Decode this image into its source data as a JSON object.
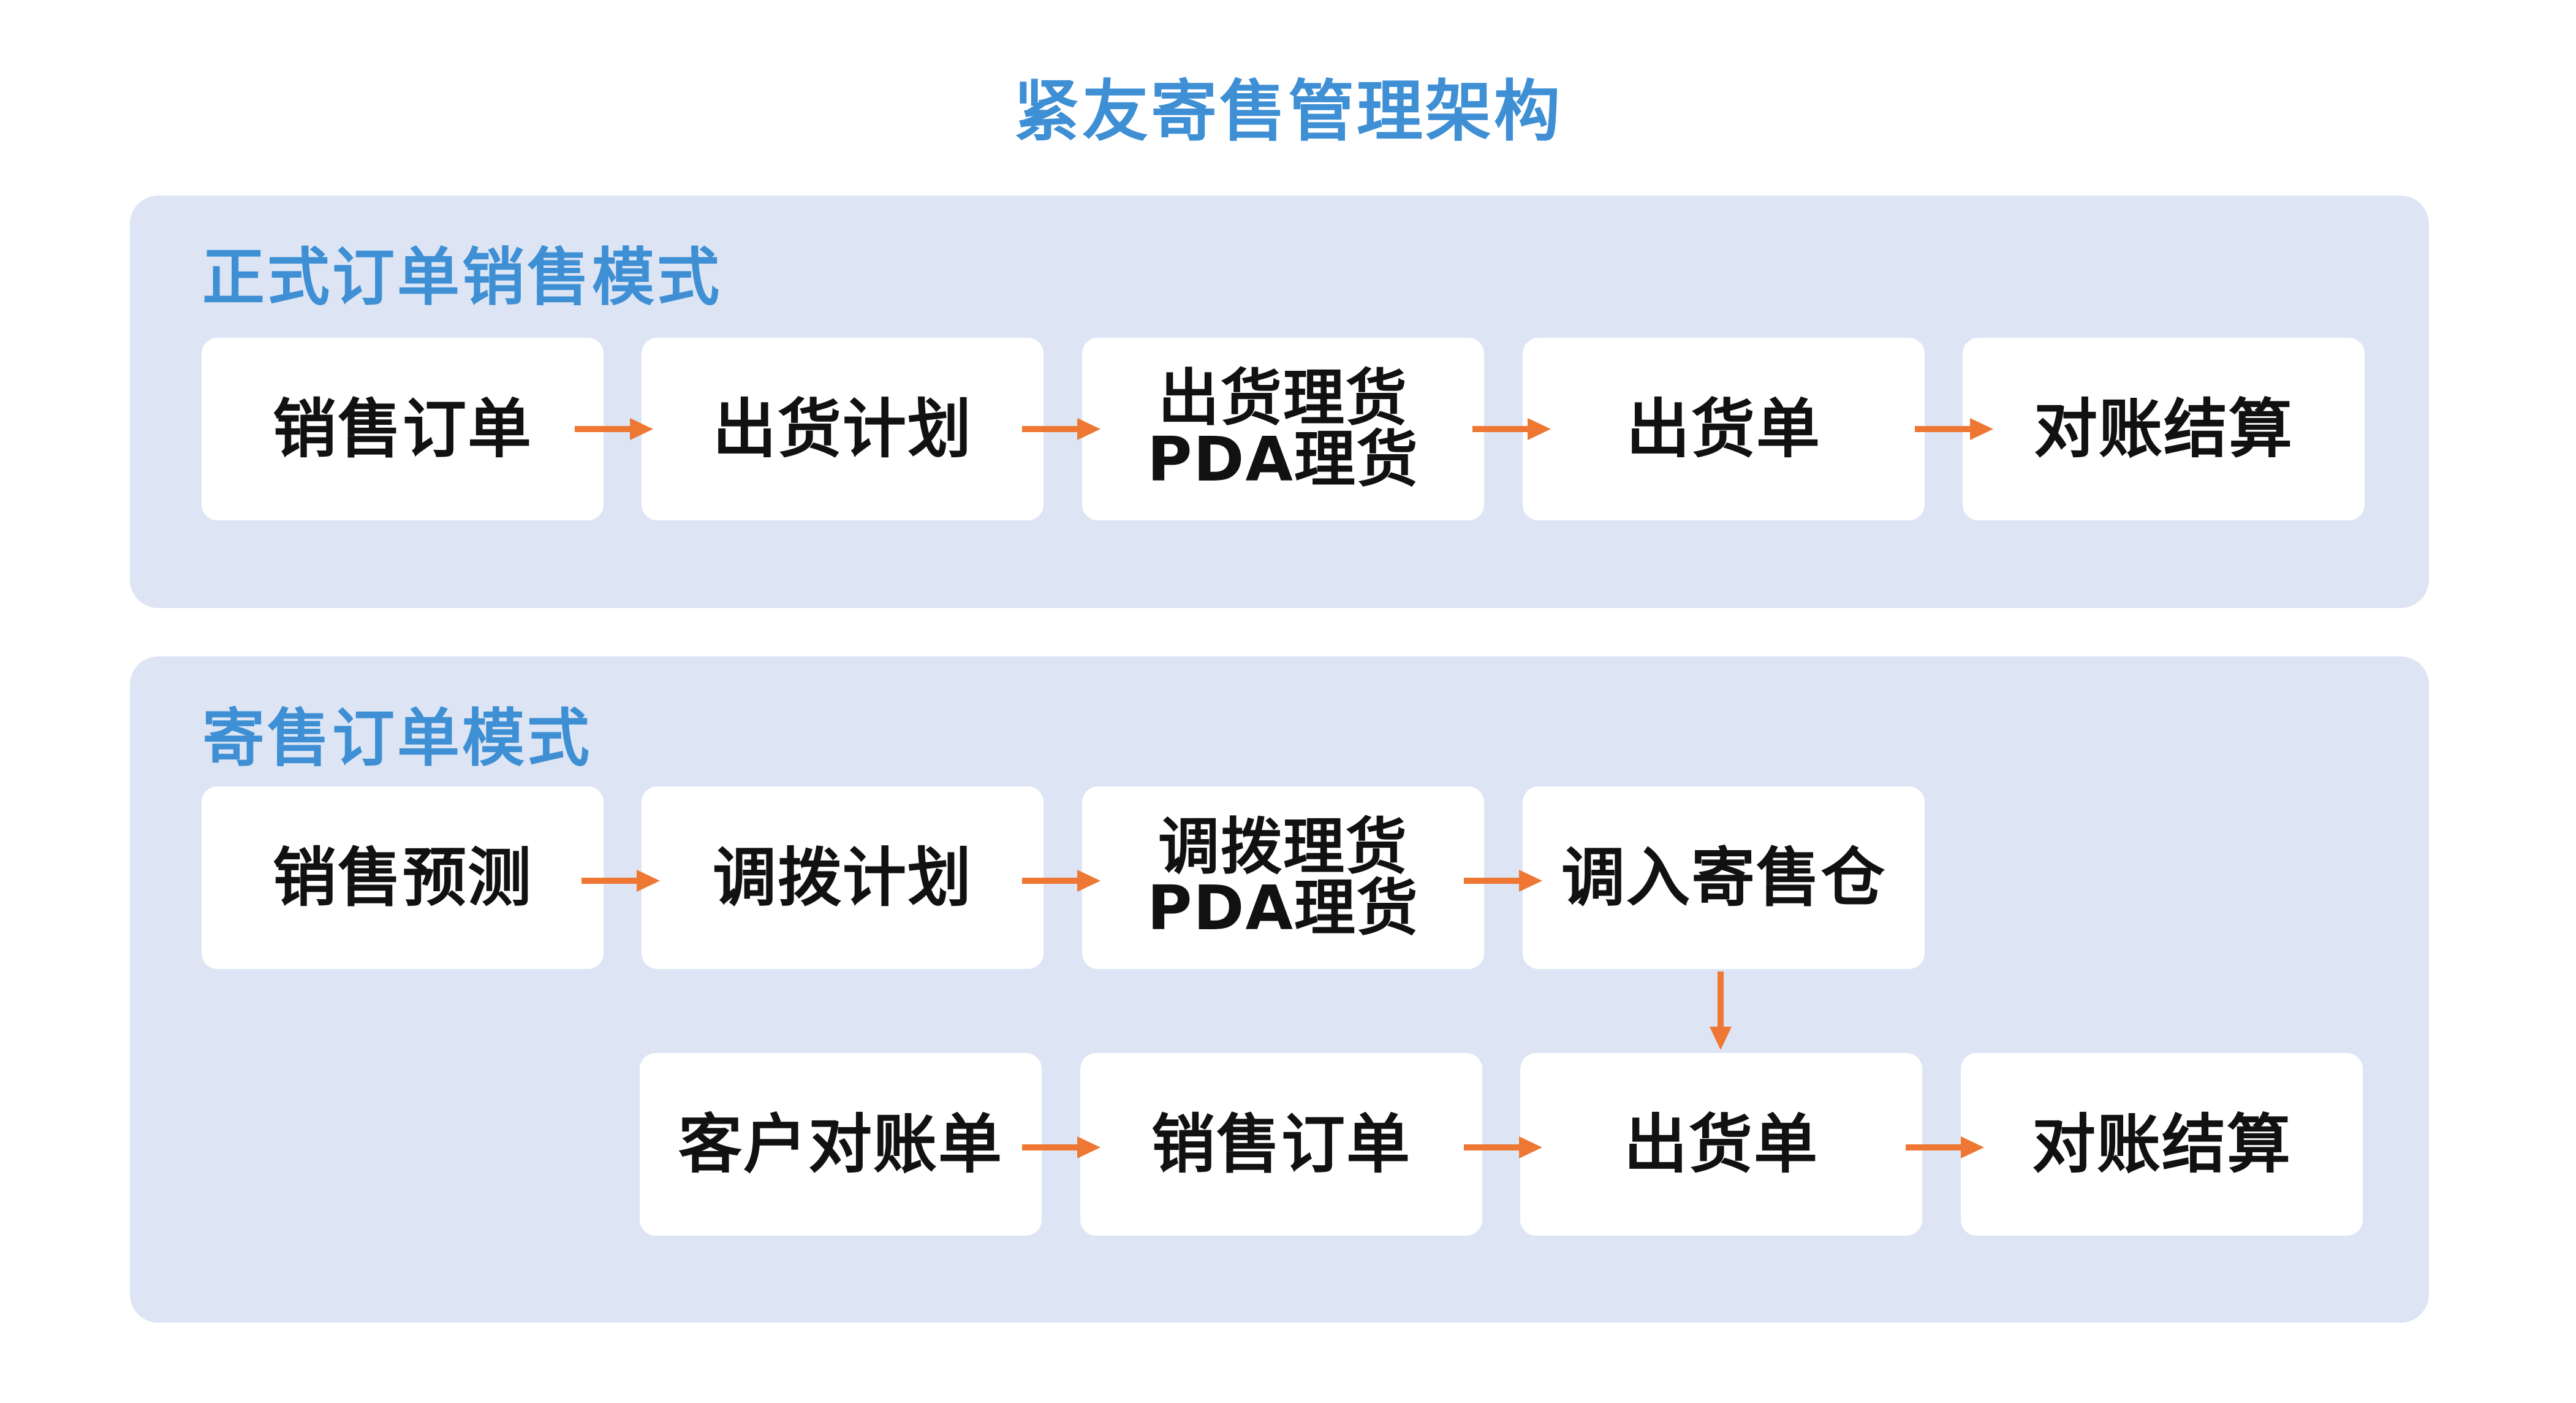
{
  "title": "紧友寄售管理架构",
  "colors": {
    "title": "#3e8fd4",
    "panel": "#dde5f4",
    "box": "#ffffff",
    "arrow": "#ee7733",
    "text": "#111111"
  },
  "formal": {
    "title": "正式订单销售模式",
    "steps": [
      {
        "lines": [
          "销售订单"
        ]
      },
      {
        "lines": [
          "出货计划"
        ]
      },
      {
        "lines": [
          "出货理货",
          "PDA理货"
        ]
      },
      {
        "lines": [
          "出货单"
        ]
      },
      {
        "lines": [
          "对账结算"
        ]
      }
    ]
  },
  "consign": {
    "title": "寄售订单模式",
    "row1": [
      {
        "lines": [
          "销售预测"
        ]
      },
      {
        "lines": [
          "调拨计划"
        ]
      },
      {
        "lines": [
          "调拨理货",
          "PDA理货"
        ]
      },
      {
        "lines": [
          "调入寄售仓"
        ]
      }
    ],
    "row2": [
      {
        "lines": [
          "客户对账单"
        ]
      },
      {
        "lines": [
          "销售订单"
        ]
      },
      {
        "lines": [
          "出货单"
        ]
      },
      {
        "lines": [
          "对账结算"
        ]
      }
    ]
  }
}
